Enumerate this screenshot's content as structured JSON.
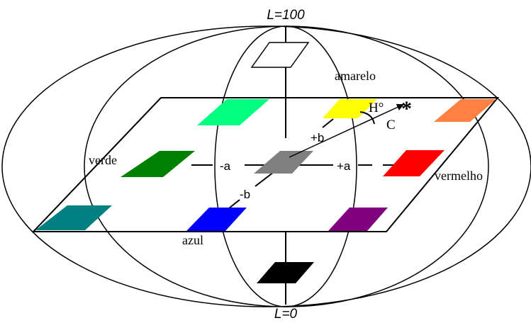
{
  "labels": {
    "l_top": "L=100",
    "l_bottom": "L=0",
    "plus_b": "+b",
    "minus_b": "-b",
    "minus_a": "-a",
    "plus_a": "+a",
    "amarelo": "amarelo",
    "verde": "verde",
    "vermelho": "vermelho",
    "azul": "azul",
    "hue": "H°",
    "chroma": "C",
    "star": "*"
  },
  "colors": {
    "yellow": "#ffff00",
    "orange": "#ff8040",
    "light_green": "#00ff80",
    "dark_green": "#008000",
    "red": "#ff0000",
    "teal": "#008080",
    "blue": "#0000ff",
    "purple": "#800080",
    "gray": "#808080",
    "black": "#000000"
  }
}
